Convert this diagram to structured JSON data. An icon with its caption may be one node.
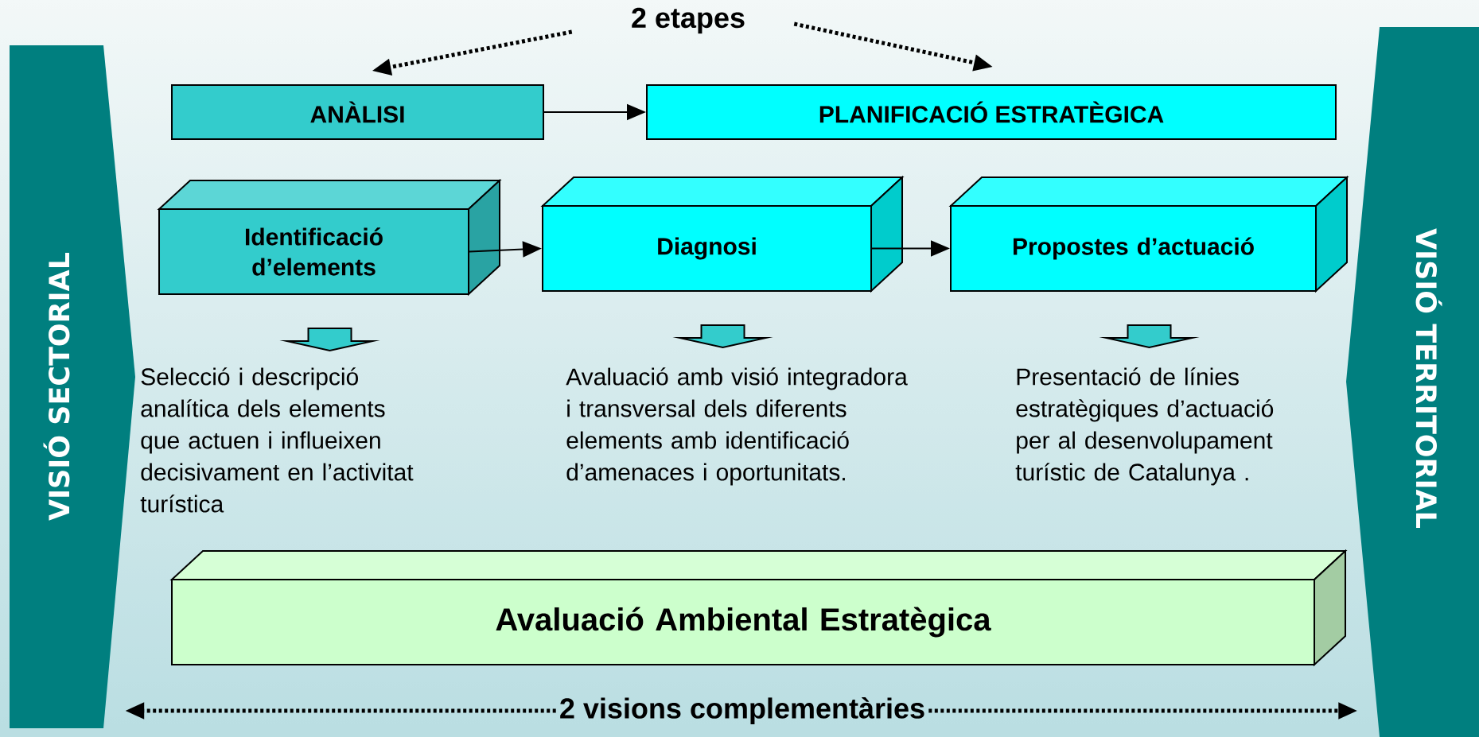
{
  "diagram": {
    "nodes": [
      {
        "text": [
          "VISIÓ SECTORIAL"
        ]
      },
      {
        "text": [
          "2 etapes"
        ]
      },
      {
        "text": [
          "ANÀLISI"
        ]
      },
      {
        "text": [
          "PLANIFICACIÓ ESTRATÈGICA"
        ]
      },
      {
        "text": [
          "Identificació d’elements"
        ]
      },
      {
        "text": [
          "Diagnosi"
        ]
      },
      {
        "text": [
          "Propostes d’actuació"
        ]
      },
      {
        "text": [
          "Selecció i descripció analítica dels elements que actuen i influeixen decisivament en l’activitat turística"
        ]
      },
      {
        "text": [
          "Avaluació amb visió integradora i transversal dels diferents elements amb identificació d’amenaces i oportunitats."
        ]
      },
      {
        "text": [
          "Presentació de línies estratègiques d’actuació per al desenvolupament turístic de Catalunya ."
        ]
      },
      {
        "text": [
          "Avaluació Ambiental Estratègica"
        ]
      },
      {
        "text": [
          "2 visions complementàries"
        ]
      },
      {
        "text": [
          "VISIÓ TERRITORIAL"
        ]
      }
    ],
    "edges": [
      {
        "from": 1,
        "to": 2,
        "arrow": "to",
        "style": "dashed"
      },
      {
        "from": 1,
        "to": 3,
        "arrow": "to",
        "style": "dashed"
      },
      {
        "from": 2,
        "to": 3,
        "arrow": "to"
      },
      {
        "from": 4,
        "to": 5,
        "arrow": "to"
      },
      {
        "from": 5,
        "to": 6,
        "arrow": "to"
      },
      {
        "from": 4,
        "to": 7,
        "arrow": "to",
        "style": "thick",
        "color": "#33cccc"
      },
      {
        "from": 5,
        "to": 8,
        "arrow": "to",
        "style": "thick",
        "color": "#33cccc"
      },
      {
        "from": 6,
        "to": 9,
        "arrow": "to",
        "style": "thick",
        "color": "#33cccc"
      },
      {
        "from": 11,
        "to": 0,
        "arrow": "to",
        "style": "dashed"
      },
      {
        "from": 11,
        "to": 12,
        "arrow": "to",
        "style": "dashed"
      }
    ]
  }
}
